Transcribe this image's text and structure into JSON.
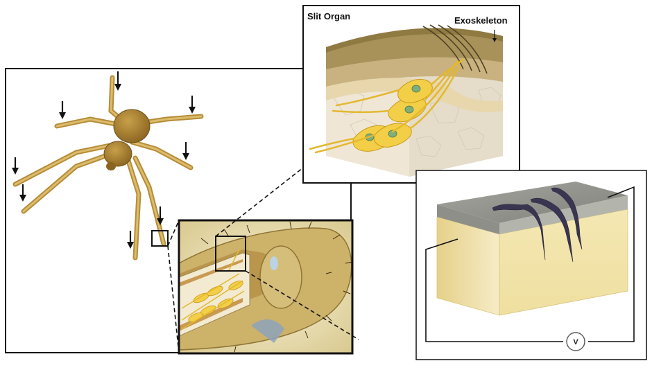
{
  "labels": {
    "slit_organ": "Slit Organ",
    "exoskeleton": "Exoskeleton",
    "voltmeter": "V"
  },
  "colors": {
    "spider_body": "#a07a2a",
    "spider_leg": "#c9a24a",
    "cuticle_top": "#a8925a",
    "cuticle_layer": "#e7d6b0",
    "tissue": "#efe6d6",
    "neuron": "#f2cf47",
    "sensor_gray": "#8f918a",
    "sensor_body": "#f1e2a4",
    "crack": "#3a3550",
    "frame": "#111111"
  },
  "icons": {
    "arrow": "down-arrow-icon",
    "meter": "voltmeter-icon"
  }
}
